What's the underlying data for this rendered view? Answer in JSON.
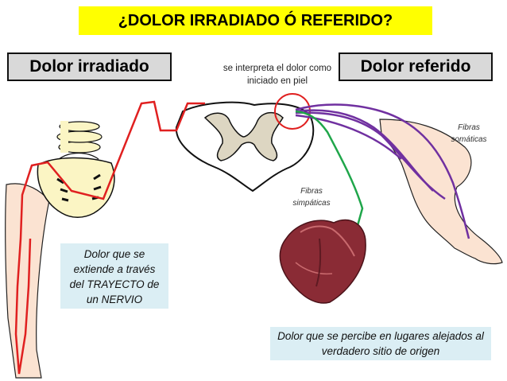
{
  "title": "¿DOLOR IRRADIADO Ó REFERIDO?",
  "left_label": "Dolor irradiado",
  "right_label": "Dolor  referido",
  "center_note": "se interpreta el dolor como iniciado en piel",
  "fibras_somaticas": "Fibras somáticas",
  "fibras_simpaticas": "Fibras simpáticas",
  "left_box_text": "Dolor que se extiende a través del TRAYECTO de un NERVIO",
  "right_box_text": "Dolor que se percibe en lugares alejados al verdadero sitio de origen",
  "colors": {
    "title_bg": "#ffff00",
    "label_bg": "#d9d9d9",
    "note_bg": "#dbeef4",
    "nerve_red": "#e02020",
    "somatic_purple": "#7030a0",
    "sympathetic_green": "#1fa64a",
    "skin": "#fbe3d2",
    "bone": "#fbf5c4"
  }
}
